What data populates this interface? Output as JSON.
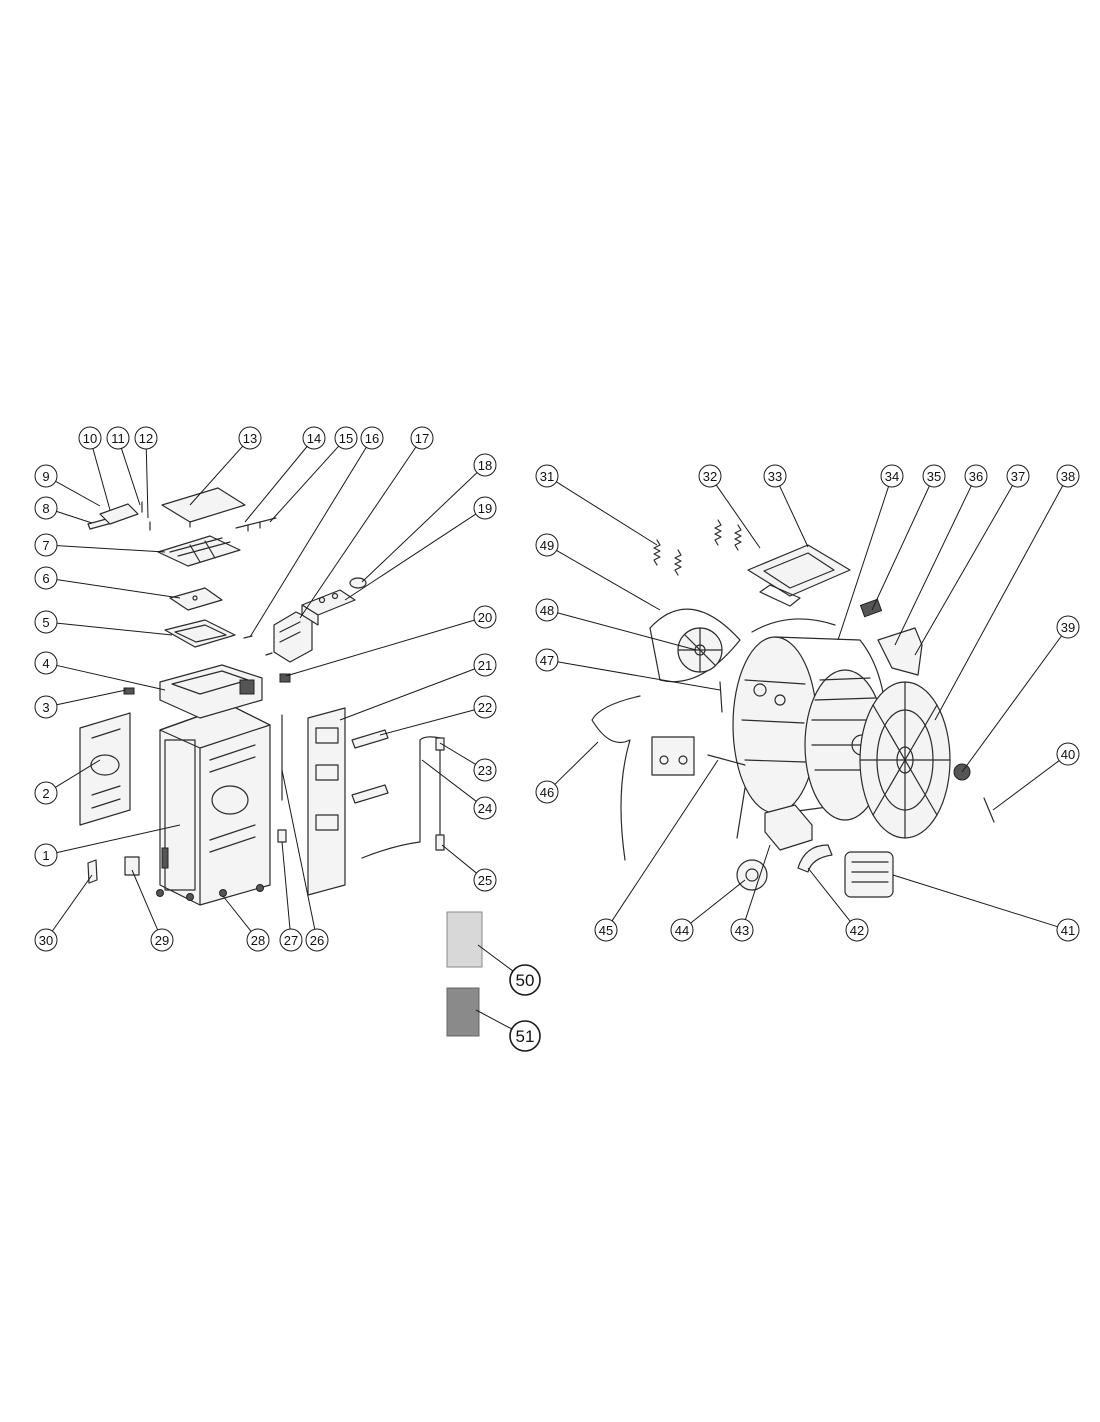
{
  "diagram": {
    "callouts": [
      "1",
      "2",
      "3",
      "4",
      "5",
      "6",
      "7",
      "8",
      "9",
      "10",
      "11",
      "12",
      "13",
      "14",
      "15",
      "16",
      "17",
      "18",
      "19",
      "20",
      "21",
      "22",
      "23",
      "24",
      "25",
      "26",
      "27",
      "28",
      "29",
      "30",
      "31",
      "32",
      "33",
      "34",
      "35",
      "36",
      "37",
      "38",
      "39",
      "40",
      "41",
      "42",
      "43",
      "44",
      "45",
      "46",
      "47",
      "48",
      "49",
      "50",
      "51"
    ]
  },
  "colors": {
    "line": "#2b2b2b",
    "background": "#ffffff"
  }
}
